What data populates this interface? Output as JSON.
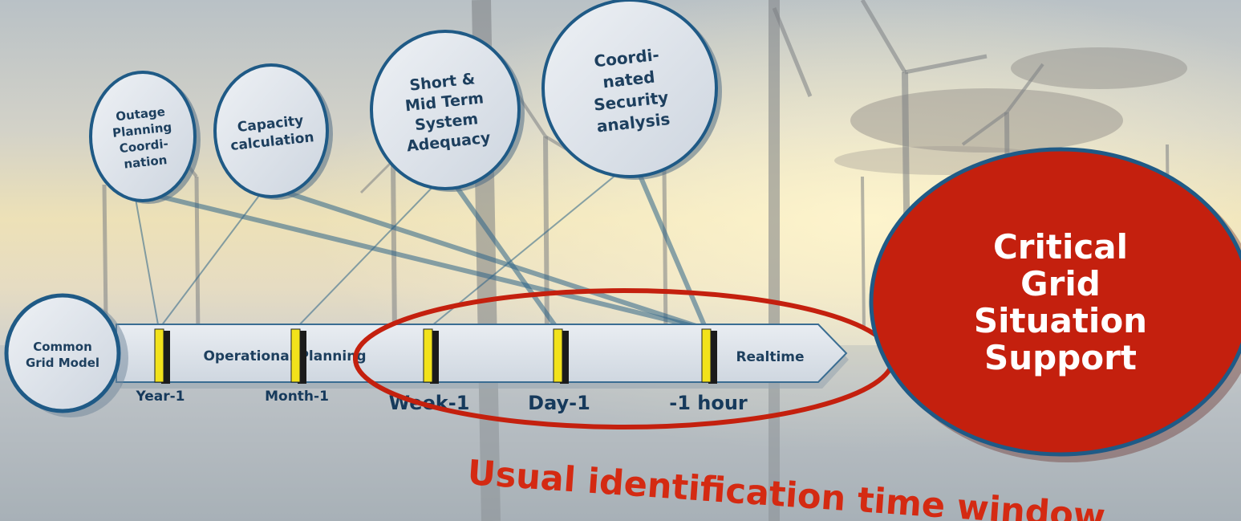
{
  "source_node": {
    "lines": [
      "Common",
      "Grid Model"
    ]
  },
  "timeline": {
    "label_left": "Operational Planning",
    "label_right": "Realtime",
    "ticks": [
      {
        "label": "Year-1"
      },
      {
        "label": "Month-1"
      },
      {
        "label": "Week-1"
      },
      {
        "label": "Day-1"
      },
      {
        "label": "-1 hour"
      }
    ]
  },
  "processes": [
    {
      "lines": [
        "Outage",
        "Planning",
        "Coordi-",
        "nation"
      ]
    },
    {
      "lines": [
        "Capacity",
        "calculation"
      ]
    },
    {
      "lines": [
        "Short &",
        "Mid Term",
        "System",
        "Adequacy"
      ]
    },
    {
      "lines": [
        "Coordi-",
        "nated",
        "Security",
        "analysis"
      ]
    }
  ],
  "critical": {
    "lines": [
      "Critical",
      "Grid",
      "Situation",
      "Support"
    ]
  },
  "window_label": "Usual identification time window",
  "colors": {
    "bubble_fill": "#dde3ea",
    "bubble_edge": "#1f5a86",
    "tick": "#f2e21b",
    "highlight": "#c4200e",
    "critical_fill": "#c4200e"
  }
}
